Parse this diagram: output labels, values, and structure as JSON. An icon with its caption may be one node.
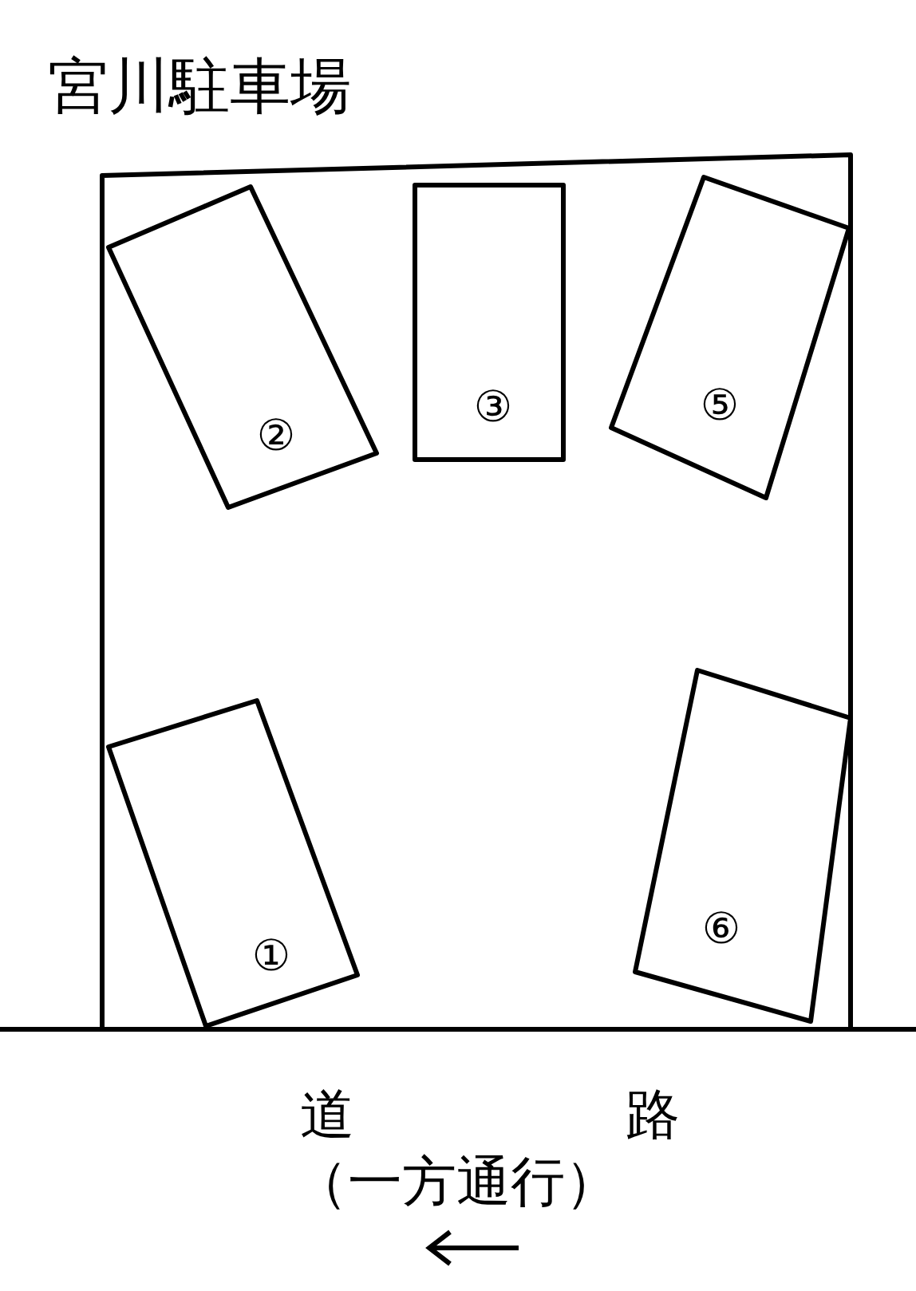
{
  "diagram": {
    "title": "宮川駐車場",
    "nodes": [
      {
        "text": [],
        "shape": "box"
      },
      {
        "text": [
          "②"
        ],
        "in": 0
      },
      {
        "text": [
          "③"
        ],
        "in": 0
      },
      {
        "text": [
          "⑤"
        ],
        "in": 0
      },
      {
        "text": [
          "①"
        ],
        "in": 0
      },
      {
        "text": [
          "⑥"
        ],
        "in": 0
      }
    ],
    "labels": [
      "道",
      "路",
      "（一方通行）"
    ]
  }
}
